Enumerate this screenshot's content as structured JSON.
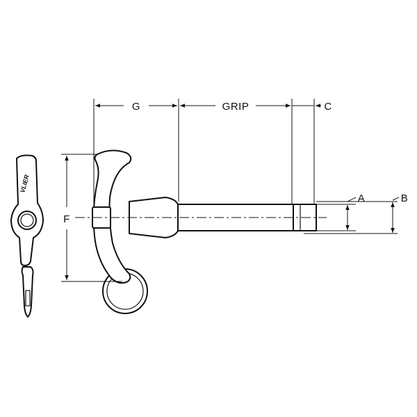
{
  "drawing": {
    "logo": "VLIER",
    "dimensions": {
      "g": "G",
      "grip": "GRIP",
      "c": "C",
      "f": "F",
      "a": "A",
      "b": "B"
    }
  }
}
